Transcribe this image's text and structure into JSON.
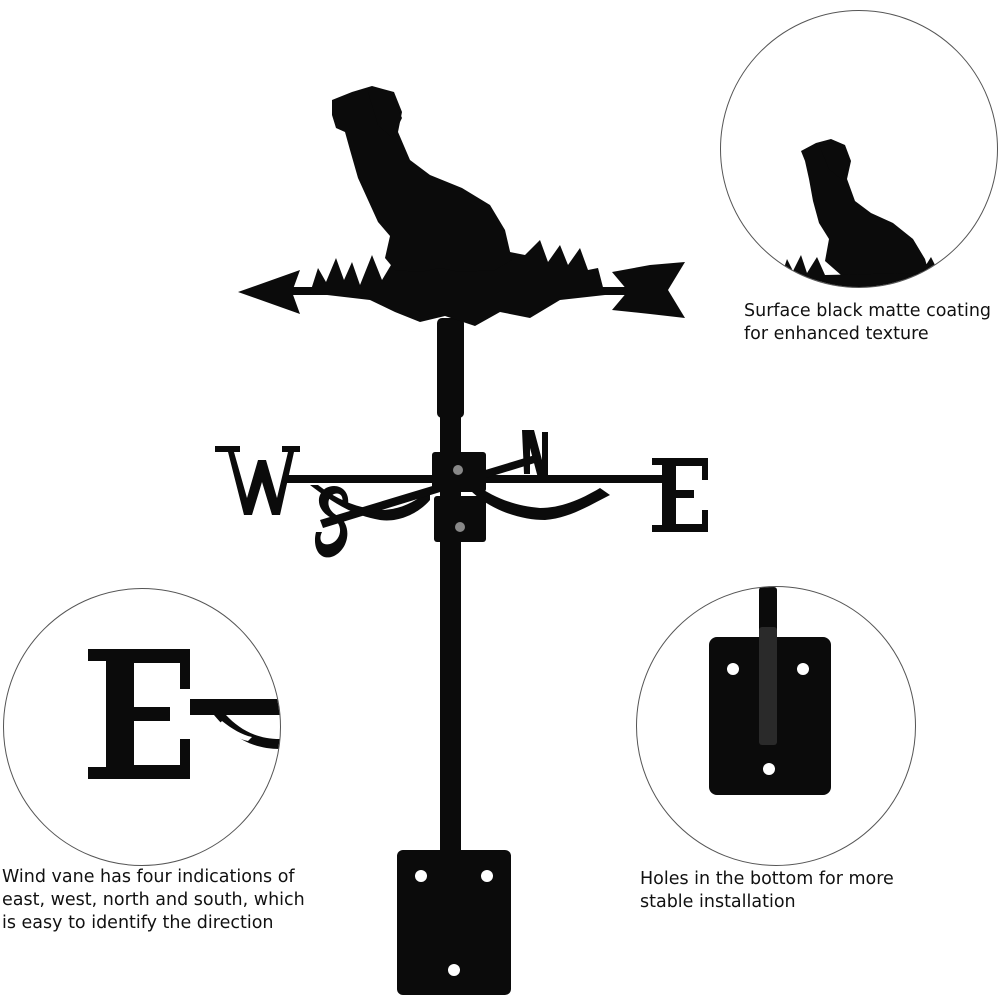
{
  "colors": {
    "metal": "#0b0b0b",
    "background": "#ffffff",
    "circle_border": "#555555"
  },
  "product": {
    "compass_letters": {
      "west": "W",
      "east": "E",
      "north": "N",
      "south": "S"
    }
  },
  "callouts": {
    "coating": "Surface black matte coating\n for enhanced texture",
    "directions": "Wind vane has four indications of\neast, west, north and south, which\n is easy to identify the direction",
    "holes": "Holes in the bottom for more\n stable installation"
  }
}
